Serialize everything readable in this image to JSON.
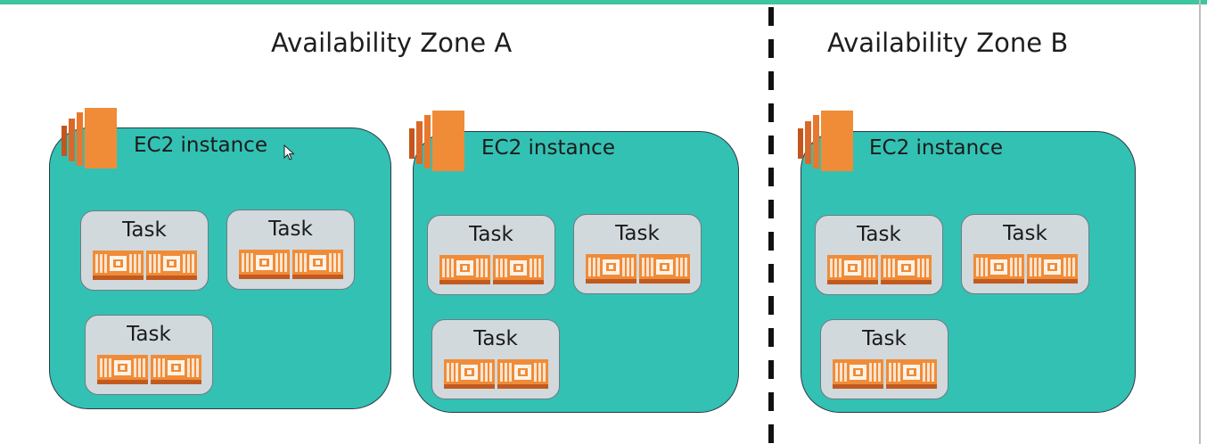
{
  "zones": [
    {
      "title": "Availability Zone A",
      "instances": [
        {
          "label": "EC2 instance",
          "tasks": [
            {
              "label": "Task"
            },
            {
              "label": "Task"
            },
            {
              "label": "Task"
            }
          ]
        },
        {
          "label": "EC2 instance",
          "tasks": [
            {
              "label": "Task"
            },
            {
              "label": "Task"
            },
            {
              "label": "Task"
            }
          ]
        }
      ]
    },
    {
      "title": "Availability Zone B",
      "instances": [
        {
          "label": "EC2 instance",
          "tasks": [
            {
              "label": "Task"
            },
            {
              "label": "Task"
            },
            {
              "label": "Task"
            }
          ]
        }
      ]
    }
  ],
  "colors": {
    "instance_fill": "#33c1b3",
    "task_fill": "#d1d9dc",
    "ec2_orange": "#e8782e",
    "chip_orange": "#f0883a",
    "top_accent": "#3ec6a0"
  }
}
